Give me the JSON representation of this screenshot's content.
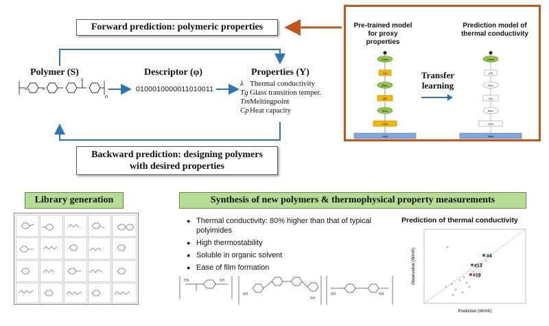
{
  "forward_prediction": "Forward prediction: polymeric properties",
  "backward_prediction_line1": "Backward prediction: designing polymers",
  "backward_prediction_line2": "with desired properties",
  "polymer_label": "Polymer (S)",
  "descriptor_label": "Descriptor (φ)",
  "properties_label": "Properties (Y)",
  "descriptor_value": "0100010000011010011",
  "properties": [
    {
      "symbol": "λ",
      "text": "Thermal conductivity"
    },
    {
      "symbol": "Tg",
      "text": "Glass transition temper."
    },
    {
      "symbol": "Tm",
      "text": "Meltingpoint"
    },
    {
      "symbol": "Cp",
      "text": "Heat capacity"
    }
  ],
  "transfer": {
    "pretrained_title_1": "Pre-trained model",
    "pretrained_title_2": "for proxy",
    "pretrained_title_3": "properties",
    "prediction_title_1": "Prediction model of",
    "prediction_title_2": "thermal conductivity",
    "transfer_label_1": "Transfer",
    "transfer_label_2": "learning",
    "layers_left": [
      "Linear",
      "(10)",
      "ReLu",
      "(50)",
      "ReLu",
      "(100)",
      "Input"
    ],
    "layers_right": [
      "Linear",
      "(10)",
      "ReLu",
      "(50)",
      "ReLu",
      "(100)",
      "Input"
    ]
  },
  "library_generation": "Library generation",
  "synthesis_title": "Synthesis of new polymers & thermophysical property measurements",
  "bullets": [
    "Thermal conductivity: 80% higher than that of typical polyimides",
    "High thermostability",
    "Soluble in organic solvent",
    "Ease of film formation"
  ],
  "scatter": {
    "title": "Prediction of thermal conductivity",
    "xlabel": "Prediction (W/mK)",
    "ylabel": "Observation (W/mK)",
    "labels": [
      "#4",
      "#13",
      "#19"
    ]
  },
  "colors": {
    "accent_orange": "#c0561b",
    "arrow_blue": "#2e75b6",
    "green_fill": "#b7dc95"
  }
}
